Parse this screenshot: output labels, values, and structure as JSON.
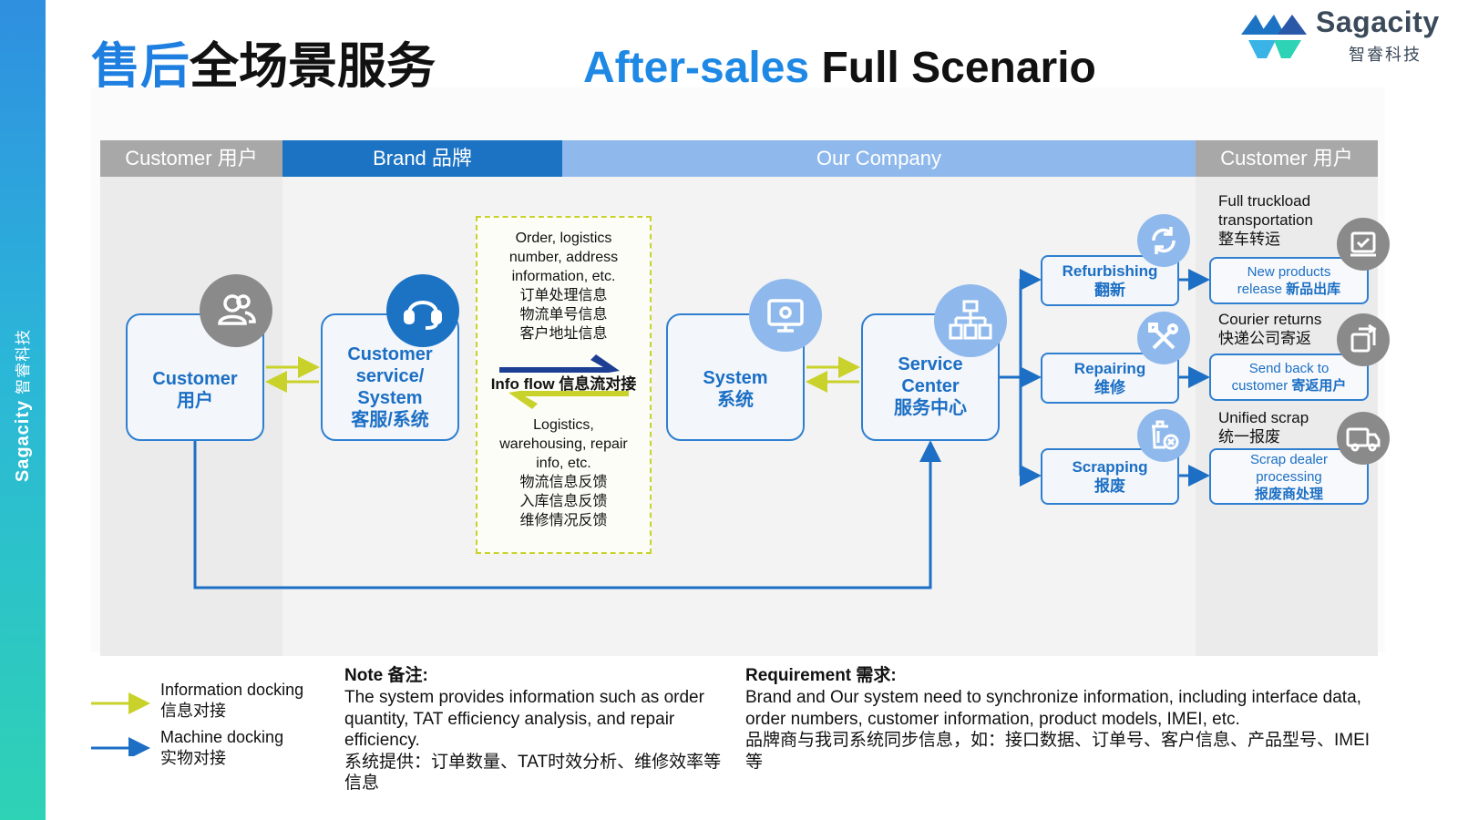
{
  "sidebar": {
    "brand": "Sagacity",
    "brand_cn": "智睿科技"
  },
  "title": {
    "cn_highlight": "售后",
    "cn_rest": "全场景服务",
    "en_highlight": "After-sales",
    "en_rest": "Full Scenario"
  },
  "logo": {
    "name": "Sagacity",
    "name_cn": "智睿科技"
  },
  "columns": {
    "customer_left": "Customer 用户",
    "brand": "Brand 品牌",
    "our_company": "Our Company",
    "customer_right": "Customer 用户"
  },
  "nodes": {
    "customer": {
      "en": "Customer",
      "cn": "用户"
    },
    "cs_system": {
      "en1": "Customer",
      "en2": "service/",
      "en3": "System",
      "cn": "客服/系统"
    },
    "system": {
      "en": "System",
      "cn": "系统"
    },
    "service_center": {
      "en1": "Service",
      "en2": "Center",
      "cn": "服务中心"
    },
    "refurbishing": {
      "en": "Refurbishing",
      "cn": "翻新"
    },
    "repairing": {
      "en": "Repairing",
      "cn": "维修"
    },
    "scrapping": {
      "en": "Scrapping",
      "cn": "报废"
    }
  },
  "info_flow": {
    "top_lines": [
      "Order, logistics",
      "number, address",
      "information, etc.",
      "订单处理信息",
      "物流单号信息",
      "客户地址信息"
    ],
    "label": "Info flow 信息流对接",
    "bottom_lines": [
      "Logistics,",
      "warehousing, repair",
      "info, etc.",
      "物流信息反馈",
      "入库信息反馈",
      "维修情况反馈"
    ]
  },
  "outputs": {
    "truck_label": [
      "Full truckload",
      "transportation",
      "整车转运"
    ],
    "new_products": {
      "en1": "New products",
      "en2": "release",
      "cn": "新品出库"
    },
    "courier_label": [
      "Courier returns",
      "快递公司寄返"
    ],
    "send_back": {
      "en1": "Send back to",
      "en2": "customer",
      "cn": "寄返用户"
    },
    "unified_label": [
      "Unified scrap",
      "统一报废"
    ],
    "scrap_dealer": {
      "en1": "Scrap dealer",
      "en2": "processing",
      "cn": "报废商处理"
    }
  },
  "legend": {
    "info_docking": [
      "Information docking",
      "信息对接"
    ],
    "machine_docking": [
      "Machine docking",
      "实物对接"
    ]
  },
  "note": {
    "title": "Note 备注:",
    "body_en": "The system provides information such as order quantity, TAT efficiency analysis, and repair efficiency.",
    "body_cn": "系统提供：订单数量、TAT时效分析、维修效率等信息"
  },
  "requirement": {
    "title": "Requirement 需求:",
    "body_en": "Brand and Our system need to synchronize information, including interface data, order numbers, customer information, product models, IMEI, etc.",
    "body_cn": "品牌商与我司系统同步信息，如：接口数据、订单号、客户信息、产品型号、IMEI等"
  },
  "colors": {
    "blue_dark": "#1c73c4",
    "blue_light": "#8fb9ec",
    "info_line": "#c9d22a",
    "machine_line": "#1c6fc4",
    "gray_head": "#a8a8a8"
  }
}
